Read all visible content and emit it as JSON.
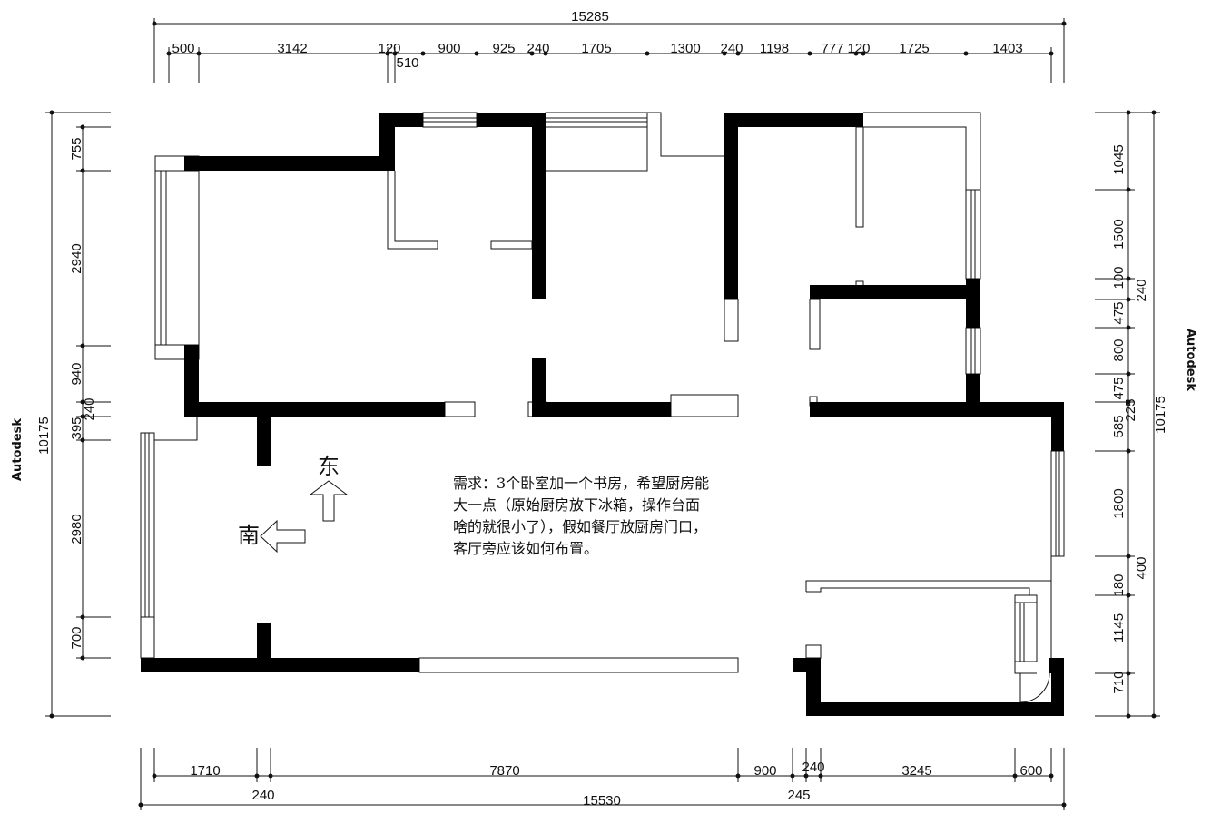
{
  "brand": {
    "watermark": "Autodesk"
  },
  "dimensions": {
    "top_total": "15285",
    "top_segments": [
      "500",
      "3142",
      "120",
      "510",
      "900",
      "925",
      "240",
      "1705",
      "1300",
      "240",
      "1198",
      "777",
      "120",
      "1725",
      "1403"
    ],
    "bottom_segments": [
      "1710",
      "240",
      "7870",
      "900",
      "240",
      "245",
      "3245",
      "600"
    ],
    "bottom_total": "15530",
    "left_total": "10175",
    "left_segments": [
      "755",
      "2940",
      "940",
      "240",
      "395",
      "2980",
      "700"
    ],
    "right_total": "10175",
    "right_segments": [
      "1045",
      "1500",
      "100",
      "475",
      "800",
      "475",
      "585",
      "1800",
      "180",
      "1145",
      "710"
    ],
    "right_outer": [
      "240",
      "225",
      "400"
    ]
  },
  "compass": {
    "east": "东",
    "south": "南"
  },
  "note": {
    "lines": [
      "需求：3个卧室加一个书房，希望厨房能",
      "大一点（原始厨房放下冰箱，操作台面",
      "啥的就很小了），假如餐厅放厨房门口，",
      "客厅旁应该如何布置。"
    ]
  }
}
